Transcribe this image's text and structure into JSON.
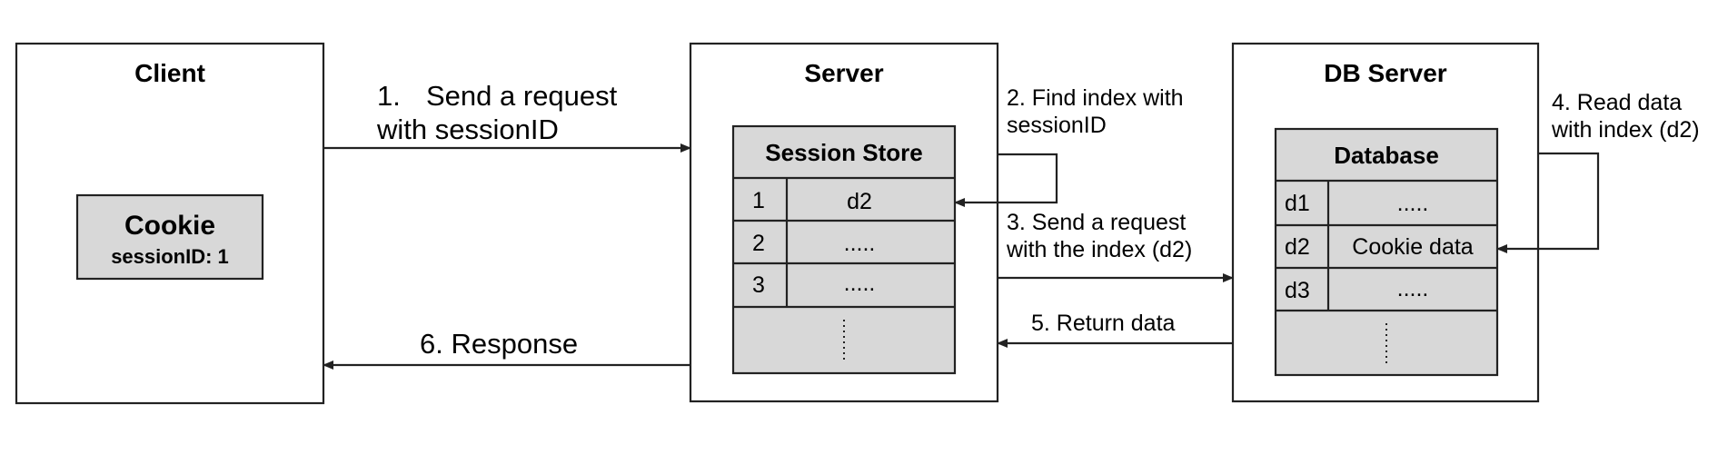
{
  "client": {
    "title": "Client",
    "cookie": {
      "title": "Cookie",
      "session": "sessionID: 1"
    }
  },
  "server": {
    "title": "Server",
    "store": {
      "title": "Session Store",
      "rows": [
        {
          "key": "1",
          "value": "d2"
        },
        {
          "key": "2",
          "value": "....."
        },
        {
          "key": "3",
          "value": "....."
        }
      ]
    }
  },
  "db_server": {
    "title": "DB Server",
    "database": {
      "title": "Database",
      "rows": [
        {
          "key": "d1",
          "value": "....."
        },
        {
          "key": "d2",
          "value": "Cookie data"
        },
        {
          "key": "d3",
          "value": "....."
        }
      ]
    }
  },
  "steps": {
    "s1": {
      "number": "1.",
      "line1": "Send a request",
      "line2": "with sessionID"
    },
    "s2": {
      "line1": "2. Find index with",
      "line2": "sessionID"
    },
    "s3": {
      "line1": "3. Send a request",
      "line2": "with the index (d2)"
    },
    "s4": {
      "line1": "4. Read data",
      "line2": "with index (d2)"
    },
    "s5": {
      "line1": "5. Return data"
    },
    "s6": {
      "line1": "6. Response"
    }
  }
}
